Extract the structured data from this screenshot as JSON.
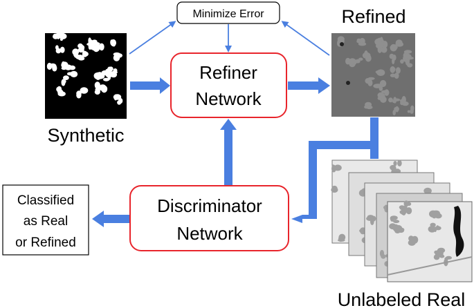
{
  "labels": {
    "synthetic": "Synthetic",
    "refined": "Refined",
    "unlabeled_real": "Unlabeled Real",
    "minimize_error": "Minimize Error",
    "refiner_line1": "Refiner",
    "refiner_line2": "Network",
    "discriminator_line1": "Discriminator",
    "discriminator_line2": "Network",
    "output_line1": "Classified",
    "output_line2": "as Real",
    "output_line3": "or Refined"
  },
  "colors": {
    "arrow_blue": "#4a7fe0",
    "box_border_red": "#e8242b",
    "box_border_black": "#000000",
    "synthetic_bg": "#000000",
    "synthetic_fg": "#ffffff",
    "refined_bg": "#6f6f6f",
    "refined_fg": "#8f8f8f",
    "real_bg": "#e6e6e6",
    "real_fg": "#9a9a9a"
  },
  "icons": {
    "synthetic": "binary-microstructure-image",
    "refined": "grayscale-microstructure-image",
    "unlabeled_real": "stacked-real-microstructure-images"
  }
}
